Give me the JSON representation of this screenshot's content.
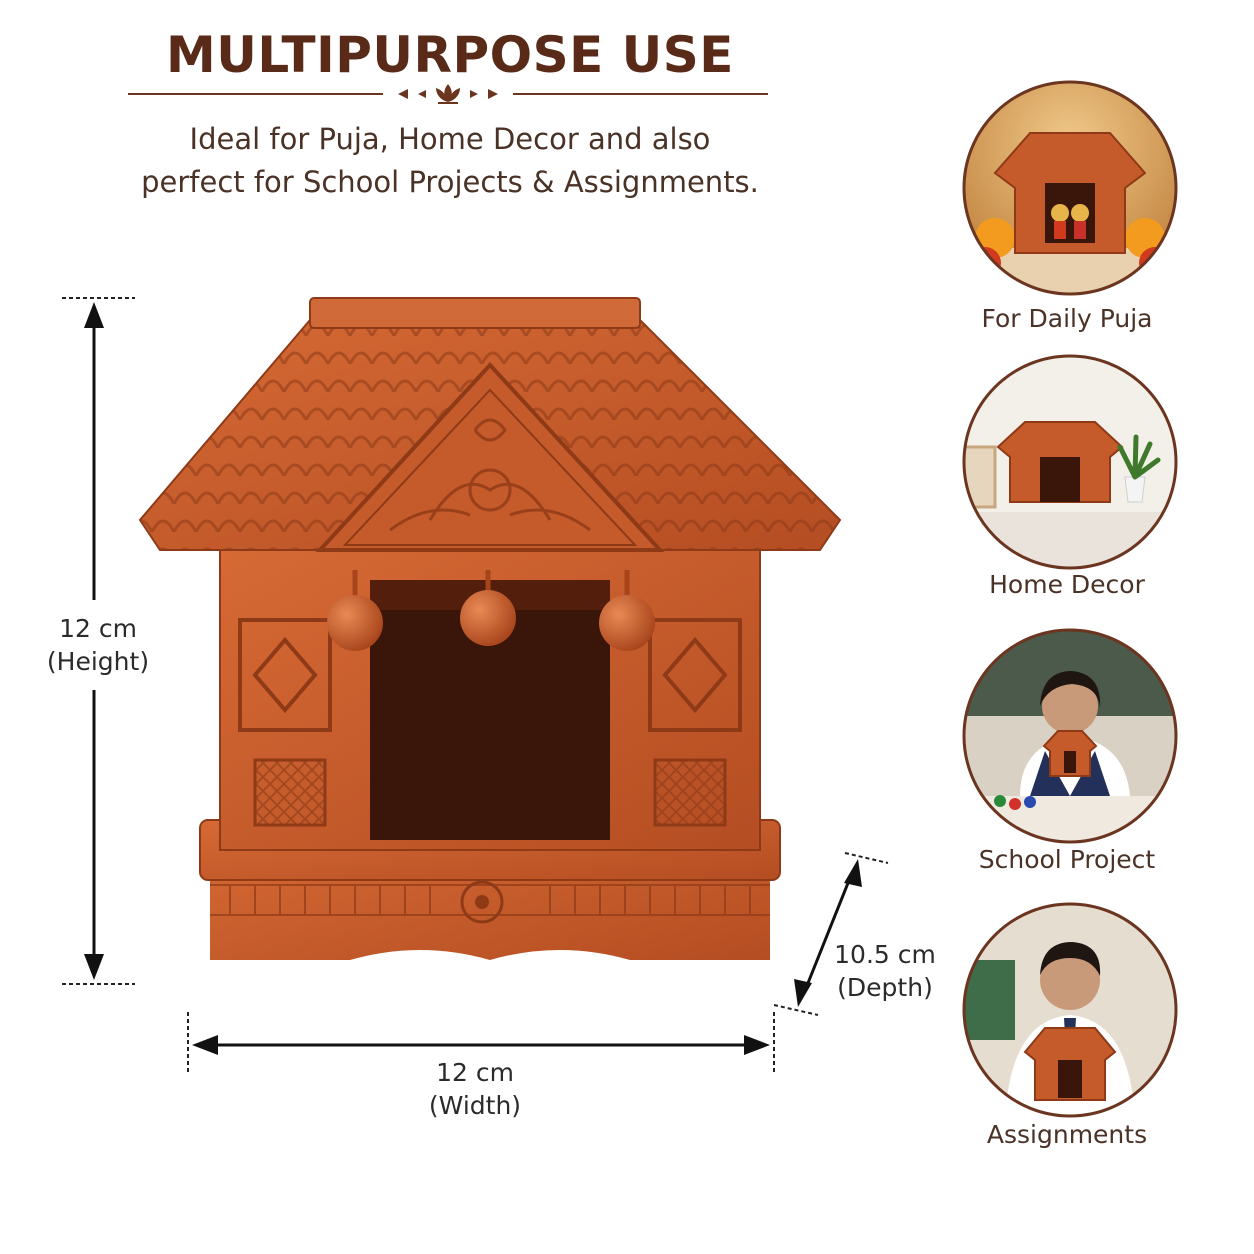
{
  "header": {
    "title": "MULTIPURPOSE USE",
    "subtitle_line1": "Ideal for Puja, Home Decor and also",
    "subtitle_line2": "perfect for School Projects & Assignments."
  },
  "dimensions": {
    "height_value": "12 cm",
    "height_label": "(Height)",
    "width_value": "12 cm",
    "width_label": "(Width)",
    "depth_value": "10.5 cm",
    "depth_label": "(Depth)"
  },
  "uses": [
    {
      "label": "For Daily Puja",
      "icon": "puja-scene"
    },
    {
      "label": "Home Decor",
      "icon": "decor-scene"
    },
    {
      "label": "School Project",
      "icon": "painting-girl-scene"
    },
    {
      "label": "Assignments",
      "icon": "boy-holding-temple-scene"
    }
  ],
  "colors": {
    "terracotta": "#c4582a",
    "terracotta_dark": "#8e3a17",
    "title_brown": "#5a2a18",
    "ring_brown": "#6b3520"
  }
}
